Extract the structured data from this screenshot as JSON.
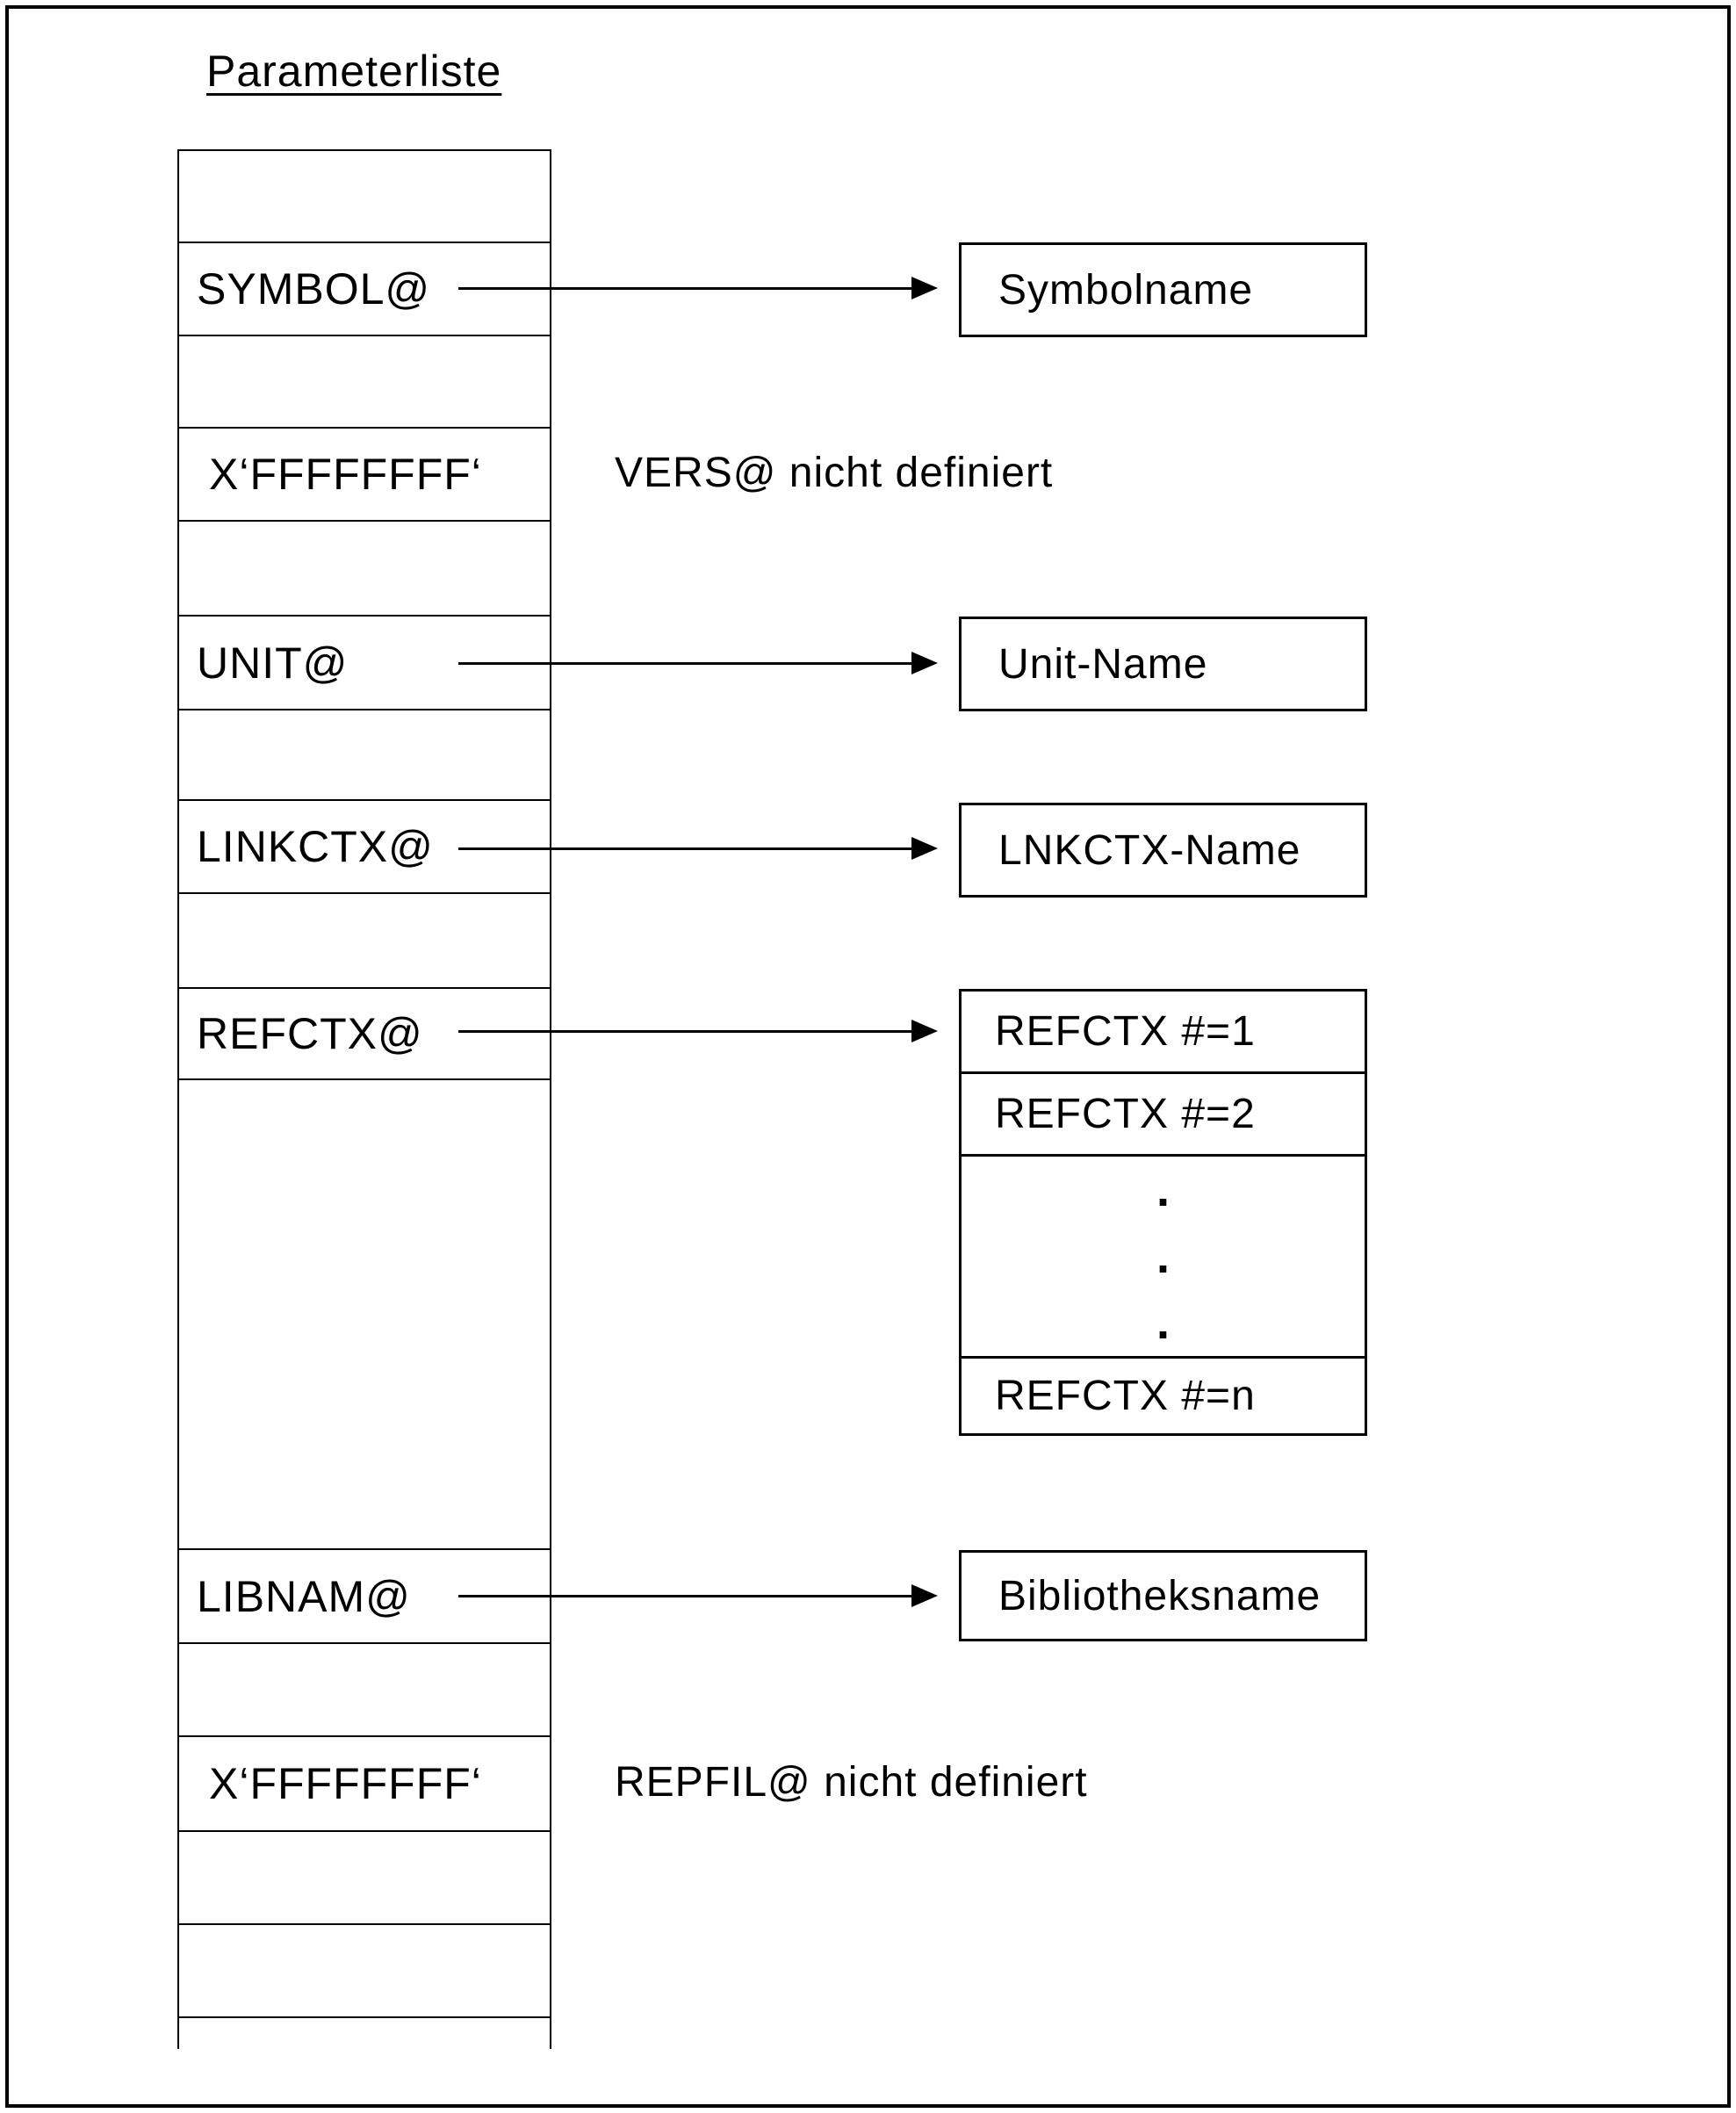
{
  "page": {
    "title": "Parameterliste",
    "ink_color": "#000000",
    "paper_color": "#ffffff"
  },
  "param_table": {
    "rows": [
      {
        "label": ""
      },
      {
        "label": "SYMBOL@"
      },
      {
        "label": ""
      },
      {
        "label": "X‘FFFFFFFF‘"
      },
      {
        "label": ""
      },
      {
        "label": "UNIT@"
      },
      {
        "label": ""
      },
      {
        "label": "LINKCTX@"
      },
      {
        "label": ""
      },
      {
        "label": "REFCTX@"
      },
      {
        "label": ""
      },
      {
        "label": "LIBNAM@"
      },
      {
        "label": ""
      },
      {
        "label": "X‘FFFFFFFF‘"
      },
      {
        "label": ""
      },
      {
        "label": ""
      },
      {
        "label": ""
      }
    ]
  },
  "annotations": {
    "vers_note": "VERS@ nicht definiert",
    "repfil_note": "REPFIL@ nicht definiert"
  },
  "target_boxes": {
    "symbolname": "Symbolname",
    "unit_name": "Unit-Name",
    "lnkctx_name": "LNKCTX-Name",
    "bibliotheksname": "Bibliotheksname"
  },
  "refctx_stack": {
    "row_1": "REFCTX #=1",
    "row_2": "REFCTX #=2",
    "dot": ".",
    "row_n": "REFCTX #=n"
  }
}
